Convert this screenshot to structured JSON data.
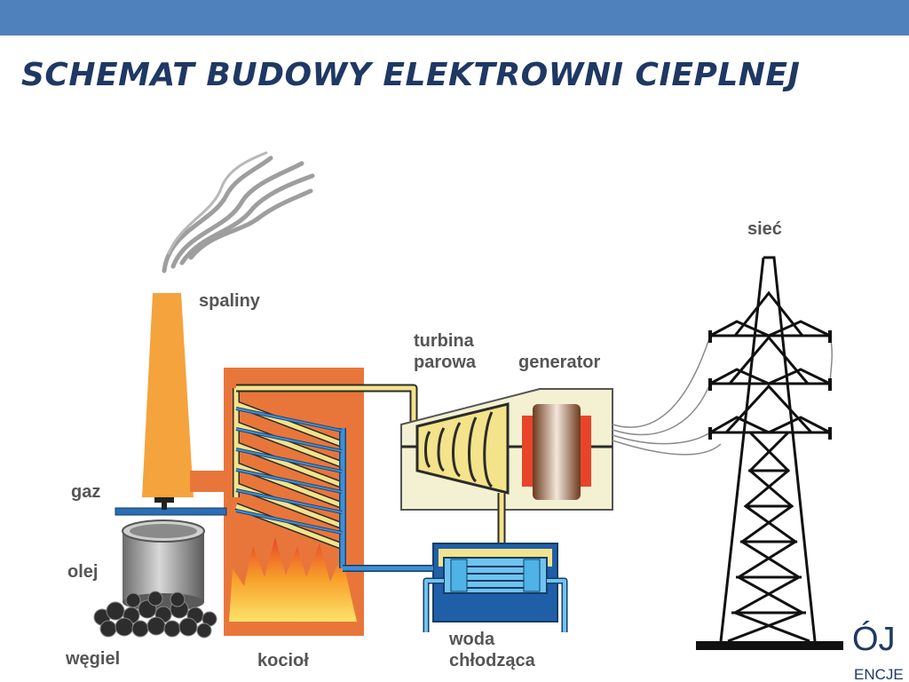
{
  "slide": {
    "title": "SCHEMAT BUDOWY ELEKTROWNI CIEPLNEJ"
  },
  "labels": {
    "spaliny": "spaliny",
    "turbina_1": "turbina",
    "turbina_2": "parowa",
    "generator": "generator",
    "siec": "sieć",
    "gaz": "gaz",
    "olej": "olej",
    "wegiel": "węgiel",
    "kociol": "kocioł",
    "woda_1": "woda",
    "woda_2": "chłodząca"
  },
  "logo": {
    "line1": "ÓJ",
    "line2": "ENCJE"
  },
  "colors": {
    "header_bar": "#4f81bd",
    "title": "#1f3864",
    "chimney": "#f5a33c",
    "boiler": "#e8763b",
    "steam_pipe": "#f3e38a",
    "water_pipe": "#2a6fb5",
    "turbine_casing": "#f4f1d2",
    "condenser": "#4fb3e8"
  }
}
